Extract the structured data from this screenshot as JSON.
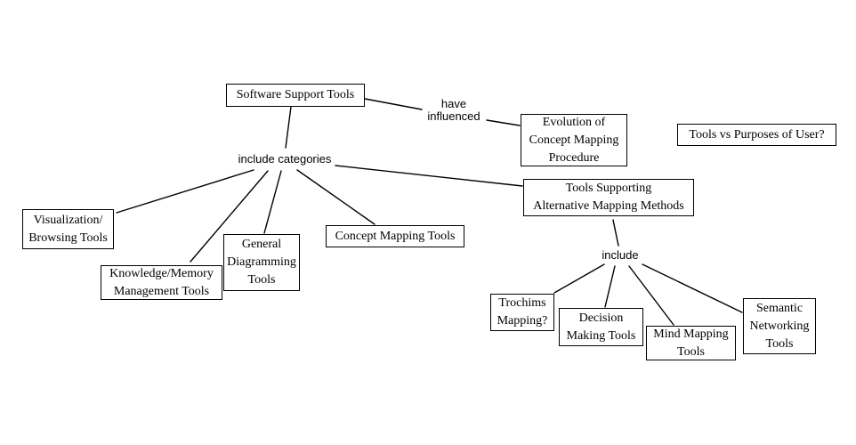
{
  "diagram": {
    "title": "Software Support Tools concept map",
    "colors": {
      "background": "#ffffff",
      "node_border": "#000000",
      "node_fill": "#ffffff",
      "line": "#000000",
      "text": "#000000"
    },
    "nodes": {
      "software_support_tools": "Software Support Tools",
      "evolution_of_concept_mapping": "Evolution of\nConcept Mapping\nProcedure",
      "tools_vs_purposes": "Tools vs Purposes of User?",
      "visualization_browsing": "Visualization/\nBrowsing Tools",
      "knowledge_memory": "Knowledge/Memory\nManagement Tools",
      "general_diagramming": "General\nDiagramming\nTools",
      "concept_mapping_tools": "Concept Mapping Tools",
      "tools_supporting_alternative": "Tools Supporting\nAlternative Mapping Methods",
      "trochims_mapping": "Trochims\nMapping?",
      "decision_making": "Decision\nMaking Tools",
      "mind_mapping": "Mind Mapping\nTools",
      "semantic_networking": "Semantic\nNetworking\nTools"
    },
    "link_labels": {
      "have_influenced": "have\ninfluenced",
      "include_categories": "include categories",
      "include": "include"
    }
  }
}
